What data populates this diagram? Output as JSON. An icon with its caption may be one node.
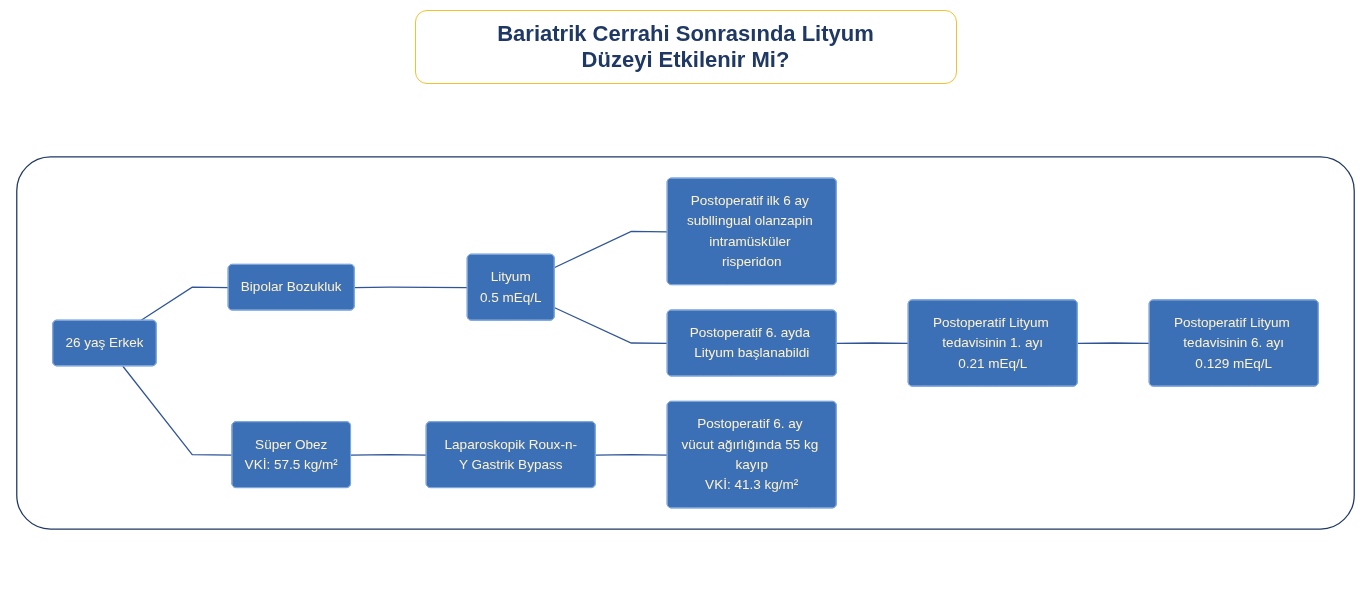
{
  "diagram": {
    "title": "Bariatrik Cerrahi Sonrasında Lityum Düzeyi Etkilenir Mi?",
    "nodes": [
      {
        "text": [],
        "shape": "box"
      },
      {
        "text": [
          "26 yaş Erkek"
        ],
        "in": 0
      },
      {
        "text": [
          "Bipolar Bozukluk"
        ],
        "in": 0
      },
      {
        "text": [
          "Süper Obez",
          "VKİ: 57.5 kg/m²"
        ],
        "in": 0
      },
      {
        "text": [
          "Lityum",
          "0.5 mEq/L"
        ],
        "in": 0
      },
      {
        "text": [
          "Laparoskopik Roux-n-Y Gastrik Bypass"
        ],
        "in": 0
      },
      {
        "text": [
          "Postoperatif ilk 6 ay subllingual olanzapin intramüsküler risperidon"
        ],
        "in": 0
      },
      {
        "text": [
          "Postoperatif 6. ayda Lityum başlanabildi"
        ],
        "in": 0
      },
      {
        "text": [
          "Postoperatif 6. ay vücut ağırlığında 55 kg kayıp",
          "VKİ: 41.3 kg/m²"
        ],
        "in": 0
      },
      {
        "text": [
          "Postoperatif Lityum tedavisinin 1. ayı",
          "0.21 mEq/L"
        ],
        "in": 0
      },
      {
        "text": [
          "Postoperatif Lityum tedavisinin 6. ayı",
          "0.129 mEq/L"
        ],
        "in": 0
      }
    ],
    "edges": [
      {
        "from": 1,
        "to": 2,
        "arrow": "none"
      },
      {
        "from": 1,
        "to": 3,
        "arrow": "none"
      },
      {
        "from": 2,
        "to": 4,
        "arrow": "none"
      },
      {
        "from": 4,
        "to": 6,
        "arrow": "none"
      },
      {
        "from": 4,
        "to": 7,
        "arrow": "none"
      },
      {
        "from": 3,
        "to": 5,
        "arrow": "none"
      },
      {
        "from": 5,
        "to": 8,
        "arrow": "none"
      },
      {
        "from": 7,
        "to": 9,
        "arrow": "none"
      },
      {
        "from": 9,
        "to": 10,
        "arrow": "none"
      }
    ]
  }
}
